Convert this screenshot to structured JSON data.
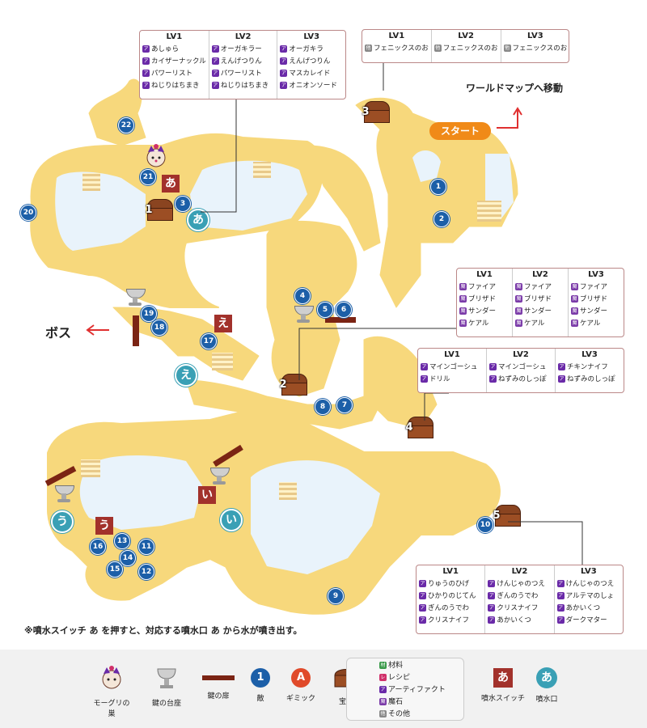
{
  "map": {
    "start_label": "スタート",
    "worldmap_label": "ワールドマップへ移動",
    "boss_label": "ボス",
    "note": "※噴水スイッチ あ を押すと、対応する噴水口 あ から水が噴き出す。",
    "colors": {
      "floor": "#f7d87c",
      "water": "#e9f3fb",
      "enemy": "#1c5fa8",
      "switch": "#a2312b",
      "spout": "#3aa0b5",
      "door": "#7b2414",
      "start": "#f08a18"
    },
    "enemies": [
      "1",
      "2",
      "3",
      "4",
      "5",
      "6",
      "7",
      "8",
      "9",
      "10",
      "11",
      "12",
      "13",
      "14",
      "15",
      "16",
      "17",
      "18",
      "19",
      "20",
      "21",
      "22"
    ],
    "switches": [
      "あ",
      "い",
      "う",
      "え"
    ],
    "spouts": [
      "あ",
      "い",
      "う",
      "え"
    ],
    "chests": [
      "1",
      "2",
      "3",
      "4",
      "5"
    ]
  },
  "tables": [
    {
      "chest": "1",
      "cols": [
        {
          "level": "LV1",
          "items": [
            {
              "icon": "ア",
              "name": "あしゅら"
            },
            {
              "icon": "ア",
              "name": "カイザーナックル"
            },
            {
              "icon": "ア",
              "name": "パワーリスト"
            },
            {
              "icon": "ア",
              "name": "ねじりはちまき"
            }
          ]
        },
        {
          "level": "LV2",
          "items": [
            {
              "icon": "ア",
              "name": "オーガキラー"
            },
            {
              "icon": "ア",
              "name": "えんげつりん"
            },
            {
              "icon": "ア",
              "name": "パワーリスト"
            },
            {
              "icon": "ア",
              "name": "ねじりはちまき"
            }
          ]
        },
        {
          "level": "LV3",
          "items": [
            {
              "icon": "ア",
              "name": "オーガキラ"
            },
            {
              "icon": "ア",
              "name": "えんげつりん"
            },
            {
              "icon": "ア",
              "name": "マスカレイド"
            },
            {
              "icon": "ア",
              "name": "オニオンソード"
            }
          ]
        }
      ]
    },
    {
      "chest": "3",
      "cols": [
        {
          "level": "LV1",
          "items": [
            {
              "icon": "他",
              "name": "フェニックスのお"
            }
          ]
        },
        {
          "level": "LV2",
          "items": [
            {
              "icon": "他",
              "name": "フェニックスのお"
            }
          ]
        },
        {
          "level": "LV3",
          "items": [
            {
              "icon": "他",
              "name": "フェニックスのお"
            }
          ]
        }
      ]
    },
    {
      "chest": "2",
      "cols": [
        {
          "level": "LV1",
          "items": [
            {
              "icon": "魔",
              "name": "ファイア"
            },
            {
              "icon": "魔",
              "name": "ブリザド"
            },
            {
              "icon": "魔",
              "name": "サンダー"
            },
            {
              "icon": "魔",
              "name": "ケアル"
            }
          ]
        },
        {
          "level": "LV2",
          "items": [
            {
              "icon": "魔",
              "name": "ファイア"
            },
            {
              "icon": "魔",
              "name": "ブリザド"
            },
            {
              "icon": "魔",
              "name": "サンダー"
            },
            {
              "icon": "魔",
              "name": "ケアル"
            }
          ]
        },
        {
          "level": "LV3",
          "items": [
            {
              "icon": "魔",
              "name": "ファイア"
            },
            {
              "icon": "魔",
              "name": "ブリザド"
            },
            {
              "icon": "魔",
              "name": "サンダー"
            },
            {
              "icon": "魔",
              "name": "ケアル"
            }
          ]
        }
      ]
    },
    {
      "chest": "4",
      "cols": [
        {
          "level": "LV1",
          "items": [
            {
              "icon": "ア",
              "name": "マインゴーシュ"
            },
            {
              "icon": "ア",
              "name": "ドリル"
            }
          ]
        },
        {
          "level": "LV2",
          "items": [
            {
              "icon": "ア",
              "name": "マインゴーシュ"
            },
            {
              "icon": "ア",
              "name": "ねずみのしっぽ"
            }
          ]
        },
        {
          "level": "LV3",
          "items": [
            {
              "icon": "ア",
              "name": "チキンナイフ"
            },
            {
              "icon": "ア",
              "name": "ねずみのしっぽ"
            }
          ]
        }
      ]
    },
    {
      "chest": "5",
      "cols": [
        {
          "level": "LV1",
          "items": [
            {
              "icon": "ア",
              "name": "りゅうのひげ"
            },
            {
              "icon": "ア",
              "name": "ひかりのじてん"
            },
            {
              "icon": "ア",
              "name": "ぎんのうでわ"
            },
            {
              "icon": "ア",
              "name": "クリスナイフ"
            }
          ]
        },
        {
          "level": "LV2",
          "items": [
            {
              "icon": "ア",
              "name": "けんじゃのつえ"
            },
            {
              "icon": "ア",
              "name": "ぎんのうでわ"
            },
            {
              "icon": "ア",
              "name": "クリスナイフ"
            },
            {
              "icon": "ア",
              "name": "あかいくつ"
            }
          ]
        },
        {
          "level": "LV3",
          "items": [
            {
              "icon": "ア",
              "name": "けんじゃのつえ"
            },
            {
              "icon": "ア",
              "name": "アルテマのしょ"
            },
            {
              "icon": "ア",
              "name": "あかいくつ"
            },
            {
              "icon": "ア",
              "name": "ダークマター"
            }
          ]
        }
      ]
    }
  ],
  "legend": {
    "items": [
      {
        "key": "moogle",
        "label": "モーグリの巣"
      },
      {
        "key": "pedestal",
        "label": "鍵の台座"
      },
      {
        "key": "door",
        "label": "鍵の扉"
      },
      {
        "key": "enemy",
        "label": "敵",
        "symbol": "1"
      },
      {
        "key": "gimmick",
        "label": "ギミック",
        "symbol": "A"
      },
      {
        "key": "chest",
        "label": "宝箱"
      },
      {
        "key": "switch",
        "label": "噴水スイッチ",
        "symbol": "あ"
      },
      {
        "key": "spout",
        "label": "噴水口",
        "symbol": "あ"
      }
    ],
    "icon_types": [
      {
        "icon": "材",
        "label": "材料",
        "color": "#3a9a4a"
      },
      {
        "icon": "レ",
        "label": "レシピ",
        "color": "#d0306a"
      },
      {
        "icon": "ア",
        "label": "アーティファクト",
        "color": "#6a2aa8"
      },
      {
        "icon": "魔",
        "label": "魔石",
        "color": "#7a3aa8"
      },
      {
        "icon": "他",
        "label": "その他",
        "color": "#888888"
      }
    ]
  }
}
